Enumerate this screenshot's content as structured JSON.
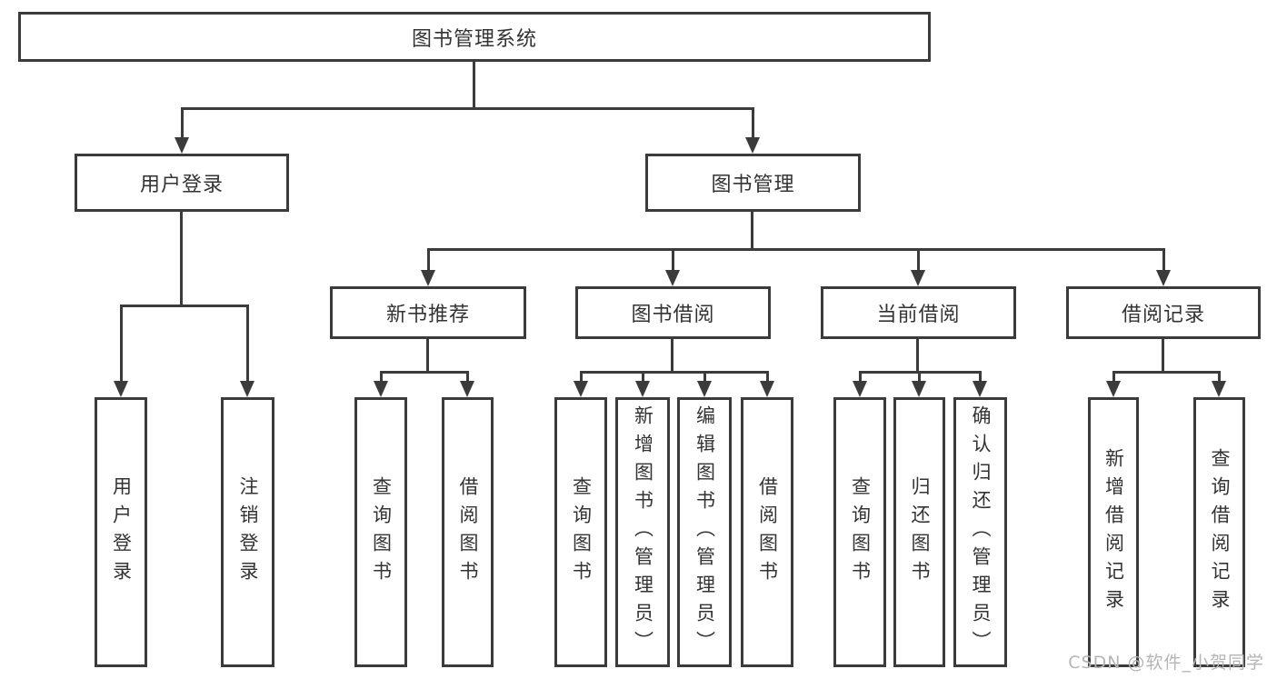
{
  "diagram": {
    "root": {
      "label": "图书管理系统"
    },
    "level2": {
      "user_login": {
        "label": "用户登录",
        "children": [
          "用户登录",
          "注销登录"
        ]
      },
      "book_mgmt": {
        "label": "图书管理"
      }
    },
    "level3": {
      "new_books": {
        "label": "新书推荐",
        "children": [
          "查询图书",
          "借阅图书"
        ]
      },
      "borrowing": {
        "label": "图书借阅",
        "children": [
          "查询图书",
          "新增图书（管理员）",
          "编辑图书（管理员）",
          "借阅图书"
        ]
      },
      "current": {
        "label": "当前借阅",
        "children": [
          "查询图书",
          "归还图书",
          "确认归还（管理员）"
        ]
      },
      "records": {
        "label": "借阅记录",
        "children": [
          "新增借阅记录",
          "查询借阅记录"
        ]
      }
    }
  },
  "watermark": {
    "text": "CSDN @软件_小贺同学"
  },
  "colors": {
    "line": "#3b3b3b",
    "text": "#333333",
    "background": "#ffffff",
    "watermark": "#b5b5b5"
  }
}
